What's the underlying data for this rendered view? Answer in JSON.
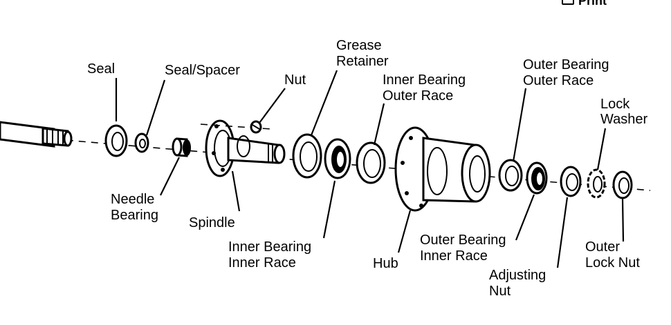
{
  "toolbar": {
    "print_label": "Print",
    "print_icon": "printer-icon"
  },
  "labels": {
    "seal": "Seal",
    "seal_spacer": "Seal/Spacer",
    "nut": "Nut",
    "grease_retainer_1": "Grease",
    "grease_retainer_2": "Retainer",
    "inner_bearing_outer_race_1": "Inner Bearing",
    "inner_bearing_outer_race_2": "Outer Race",
    "outer_bearing_outer_race_1": "Outer Bearing",
    "outer_bearing_outer_race_2": "Outer Race",
    "lock_washer_1": "Lock",
    "lock_washer_2": "Washer",
    "needle_bearing_1": "Needle",
    "needle_bearing_2": "Bearing",
    "spindle": "Spindle",
    "inner_bearing_inner_race_1": "Inner Bearing",
    "inner_bearing_inner_race_2": "Inner Race",
    "hub": "Hub",
    "outer_bearing_inner_race_1": "Outer Bearing",
    "outer_bearing_inner_race_2": "Inner Race",
    "adjusting_nut_1": "Adjusting",
    "adjusting_nut_2": "Nut",
    "outer_lock_nut_1": "Outer",
    "outer_lock_nut_2": "Lock Nut"
  }
}
